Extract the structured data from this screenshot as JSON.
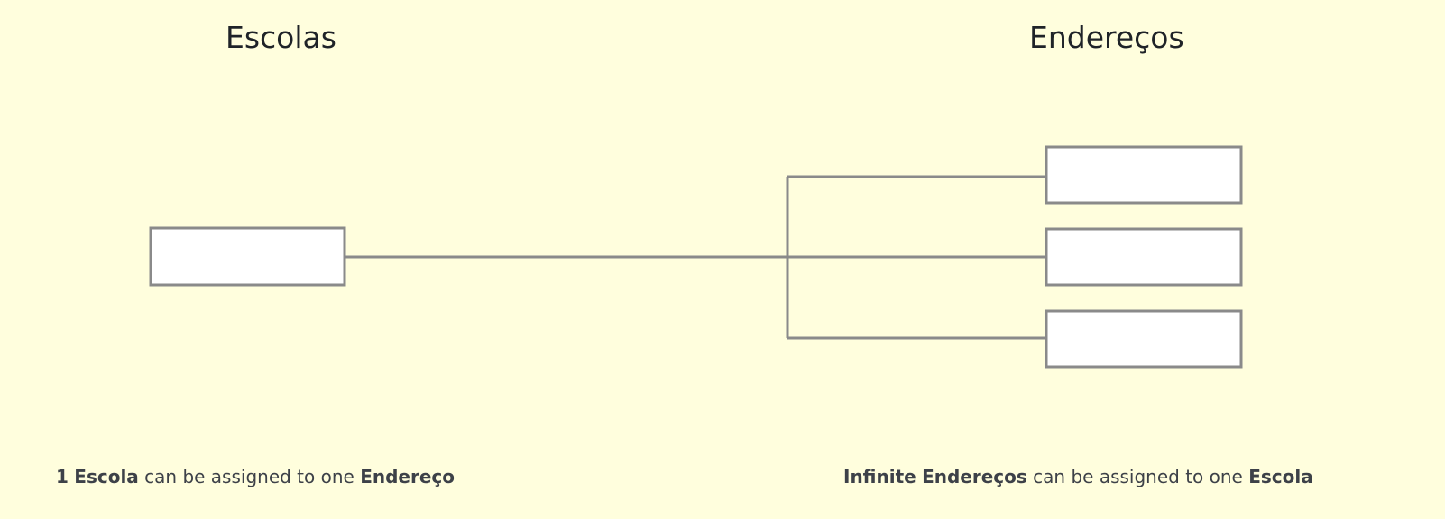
{
  "left_title": "Escolas",
  "right_title": "Endereços",
  "left_caption": {
    "count": "1",
    "entity": "Escola",
    "middle": "can be assigned to one",
    "target": "Endereço"
  },
  "right_caption": {
    "count": "Infinite",
    "entity": "Endereços",
    "middle": "can be assigned to one",
    "target": "Escola"
  },
  "colors": {
    "background": "#FFFEDD",
    "line": "#8A8A8A",
    "box_fill": "#FFFFFF"
  }
}
